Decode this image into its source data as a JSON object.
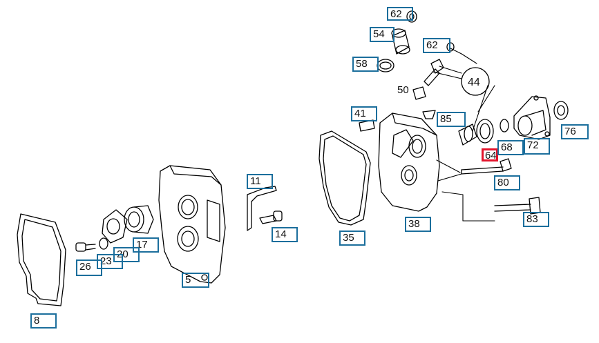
{
  "diagram": {
    "callouts": [
      {
        "id": "62a",
        "label": "62"
      },
      {
        "id": "54",
        "label": "54"
      },
      {
        "id": "62b",
        "label": "62"
      },
      {
        "id": "58",
        "label": "58"
      },
      {
        "id": "41",
        "label": "41"
      },
      {
        "id": "85",
        "label": "85"
      },
      {
        "id": "64",
        "label": "64",
        "selected": true
      },
      {
        "id": "68",
        "label": "68"
      },
      {
        "id": "72",
        "label": "72"
      },
      {
        "id": "76",
        "label": "76"
      },
      {
        "id": "80",
        "label": "80"
      },
      {
        "id": "83",
        "label": "83"
      },
      {
        "id": "11",
        "label": "11"
      },
      {
        "id": "14",
        "label": "14"
      },
      {
        "id": "35",
        "label": "35"
      },
      {
        "id": "38",
        "label": "38"
      },
      {
        "id": "17",
        "label": "17"
      },
      {
        "id": "20",
        "label": "20"
      },
      {
        "id": "23",
        "label": "23"
      },
      {
        "id": "26",
        "label": "26"
      },
      {
        "id": "5",
        "label": "5"
      },
      {
        "id": "8",
        "label": "8"
      }
    ],
    "plain_labels": {
      "p50": "50"
    },
    "group_badge": "44"
  },
  "colors": {
    "callout_border": "#1b6e9c",
    "selected_border": "#e3132b",
    "line": "#000000"
  }
}
